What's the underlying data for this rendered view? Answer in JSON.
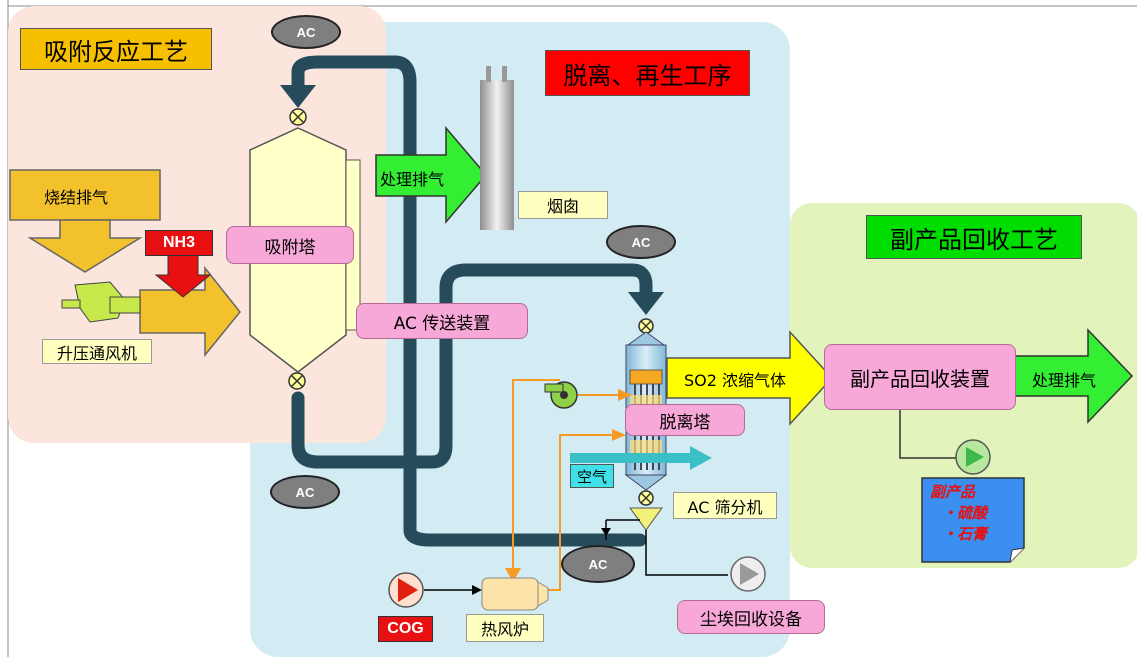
{
  "headings": {
    "adsorption": "吸附反应工艺",
    "desorption": "脱离、再生工序",
    "byproduct": "副产品回收工艺"
  },
  "labels": {
    "sinter_exhaust": "烧结排气",
    "nh3": "NH3",
    "booster_fan": "升压通风机",
    "adsorption_tower": "吸附塔",
    "treated_exhaust_1": "处理排气",
    "chimney": "烟囱",
    "ac_conveyor": "AC 传送装置",
    "so2_gas": "SO2 浓缩气体",
    "byproduct_device": "副产品回收装置",
    "treated_exhaust_2": "处理排气",
    "desorption_tower": "脱离塔",
    "air": "空气",
    "ac_screen": "AC 筛分机",
    "cog": "COG",
    "hot_stove": "热风炉",
    "dust_recovery": "尘埃回收设备"
  },
  "ac_badges": [
    "AC",
    "AC",
    "AC",
    "AC"
  ],
  "byproduct_note": {
    "title": "副产品",
    "items": [
      "・硫酸",
      "・石膏"
    ]
  },
  "colors": {
    "adsorption_bg": "#fbe5dc",
    "desorption_bg": "#d3ecf4",
    "byproduct_bg": "#e3f3bc",
    "head_yellow": "#f6c000",
    "head_red": "#ff0000",
    "head_green": "#00dd00",
    "pipe": "#264c5c",
    "orange": "#f59a23"
  }
}
